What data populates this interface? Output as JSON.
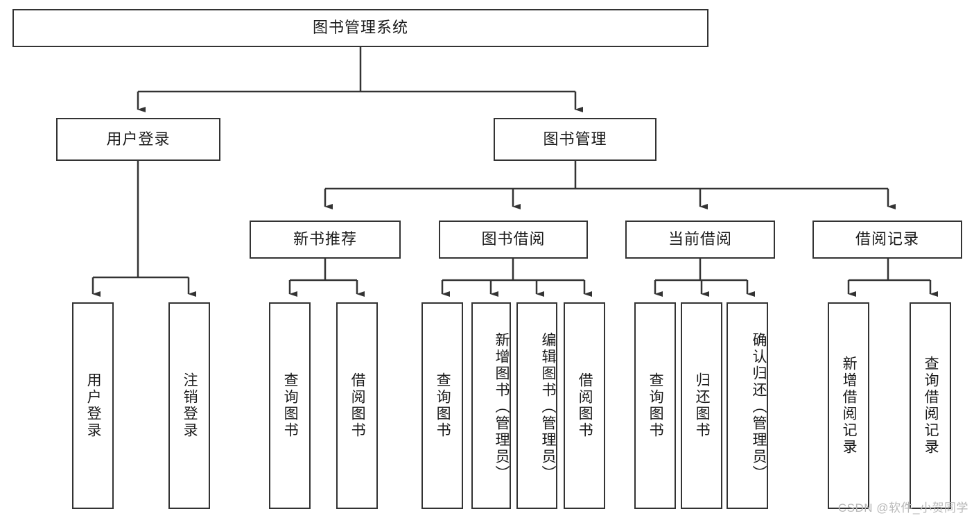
{
  "diagram": {
    "type": "tree",
    "title": "图书管理系统",
    "root": {
      "label": "图书管理系统"
    },
    "level2": [
      {
        "label": "用户登录"
      },
      {
        "label": "图书管理"
      }
    ],
    "level3": [
      {
        "label": "新书推荐"
      },
      {
        "label": "图书借阅"
      },
      {
        "label": "当前借阅"
      },
      {
        "label": "借阅记录"
      }
    ],
    "leaves": {
      "user_login": [
        {
          "label": "用户登录"
        },
        {
          "label": "注销登录"
        }
      ],
      "new_book": [
        {
          "label": "查询图书"
        },
        {
          "label": "借阅图书"
        }
      ],
      "borrow_book": [
        {
          "label": "查询图书"
        },
        {
          "label": "新增图书（管理员）"
        },
        {
          "label": "编辑图书（管理员）"
        },
        {
          "label": "借阅图书"
        }
      ],
      "current_borrow": [
        {
          "label": "查询图书"
        },
        {
          "label": "归还图书"
        },
        {
          "label": "确认归还（管理员）"
        }
      ],
      "borrow_record": [
        {
          "label": "新增借阅记录"
        },
        {
          "label": "查询借阅记录"
        }
      ]
    }
  },
  "watermark": {
    "text": "CSDN @软件_小贺同学"
  },
  "colors": {
    "stroke": "#333333",
    "background": "#ffffff",
    "text": "#1a1a1a",
    "watermark": "#b8b8b8"
  }
}
